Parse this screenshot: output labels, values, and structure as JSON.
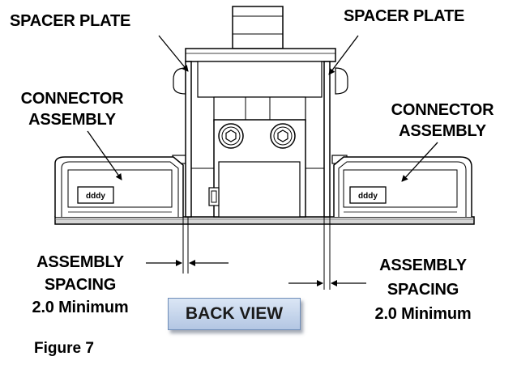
{
  "labels": {
    "spacer_plate_left": "SPACER PLATE",
    "spacer_plate_right": "SPACER PLATE",
    "connector_left_line1": "CONNECTOR",
    "connector_left_line2": "ASSEMBLY",
    "connector_right_line1": "CONNECTOR",
    "connector_right_line2": "ASSEMBLY",
    "spacing_left_line1": "ASSEMBLY",
    "spacing_left_line2": "SPACING",
    "spacing_left_line3": "2.0 Minimum",
    "spacing_right_line1": "ASSEMBLY",
    "spacing_right_line2": "SPACING",
    "spacing_right_line3": "2.0 Minimum",
    "connector_tag_left": "dddy",
    "connector_tag_right": "dddy",
    "view_button": "BACK VIEW",
    "figure_caption": "Figure 7"
  },
  "colors": {
    "line": "#000000",
    "board": "#d6d6d6",
    "view_box_fill": "#c9d8ee",
    "view_box_border": "#6f8db8"
  }
}
